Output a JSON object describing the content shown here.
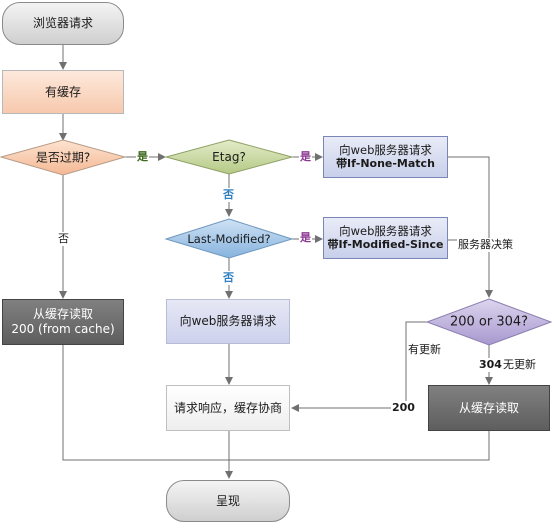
{
  "nodes": {
    "browser_request": "浏览器请求",
    "has_cache": "有缓存",
    "expired_question": "是否过期?",
    "etag_question": "Etag?",
    "if_none_match_line1": "向web服务器请求",
    "if_none_match_line2": "带If-None-Match",
    "last_modified_question": "Last-Modified?",
    "if_modified_since_line1": "向web服务器请求",
    "if_modified_since_line2": "带If-Modified-Since",
    "read_cache_line1": "从缓存读取",
    "read_cache_line2": "200 (from cache)",
    "request_server": "向web服务器请求",
    "status_question": "200 or 304?",
    "response_negotiate": "请求响应，缓存协商",
    "read_cache_right": "从缓存读取",
    "present": "呈现"
  },
  "edge_labels": {
    "expired_yes": "是",
    "expired_no": "否",
    "etag_yes": "是",
    "etag_no": "否",
    "lastmod_yes": "是",
    "lastmod_no": "否",
    "server_decides": "服务器决策",
    "has_update": "有更新",
    "code_200": "200",
    "code_304": "304",
    "no_update": "无更新"
  },
  "colors": {
    "peach": "#f7c9ad",
    "etag_green": "#c9d8a2",
    "lastmod_blue": "#9fc2e3",
    "status_purple": "#b7a9d6",
    "dark_gray": "#666666",
    "line": "#707070"
  }
}
